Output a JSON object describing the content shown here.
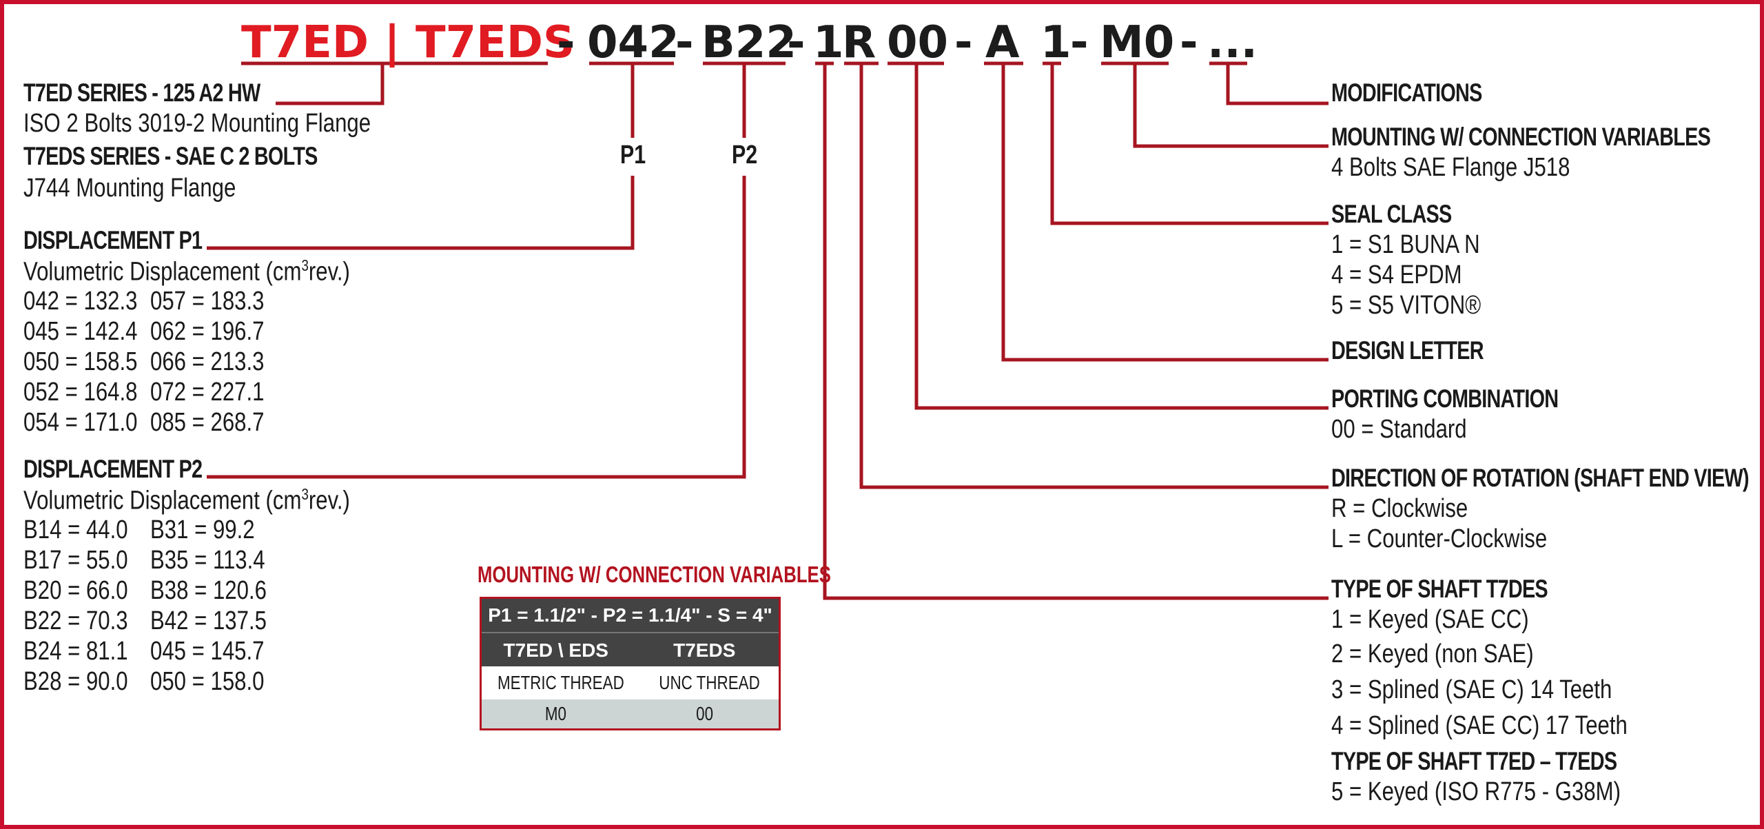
{
  "code": {
    "brand": "T7ED | T7EDS",
    "sep1": "-",
    "p1": "042",
    "sep2": "-",
    "p2": "B22",
    "sep3": "-",
    "shaft": "1",
    "rotation": "R",
    "porting": "00",
    "sep4": "-",
    "design": "A",
    "seal": "1",
    "sep5": "-",
    "mounting": "M0",
    "sep6": "-",
    "mods": "..."
  },
  "left": {
    "t7ed_title": "T7ED SERIES - 125 A2 HW",
    "t7ed_desc": "ISO 2 Bolts 3019-2 Mounting Flange",
    "t7eds_title": "T7EDS SERIES - SAE C 2 BOLTS",
    "t7eds_desc": "J744 Mounting Flange",
    "p1_label": "P1",
    "p2_label": "P2",
    "disp_p1": {
      "title": "DISPLACEMENT P1",
      "sub_pre": "Volumetric Displacement (cm",
      "sub_sup": "3",
      "sub_post": "rev.)",
      "rows": [
        [
          "042 = 132.3",
          "057 = 183.3"
        ],
        [
          "045 = 142.4",
          "062 = 196.7"
        ],
        [
          "050 = 158.5",
          "066 = 213.3"
        ],
        [
          "052 = 164.8",
          "072 = 227.1"
        ],
        [
          "054 = 171.0",
          "085 = 268.7"
        ]
      ]
    },
    "disp_p2": {
      "title": "DISPLACEMENT P2",
      "sub_pre": "Volumetric Displacement (cm",
      "sub_sup": "3",
      "sub_post": "rev.)",
      "rows": [
        [
          "B14 = 44.0",
          "B31 = 99.2"
        ],
        [
          "B17 = 55.0",
          "B35 = 113.4"
        ],
        [
          "B20 = 66.0",
          "B38 = 120.6"
        ],
        [
          "B22 = 70.3",
          "B42 = 137.5"
        ],
        [
          "B24 = 81.1",
          "045 = 145.7"
        ],
        [
          "B28 = 90.0",
          "050 = 158.0"
        ]
      ]
    }
  },
  "mounting_table": {
    "title": "MOUNTING W/ CONNECTION VARIABLES",
    "header": "P1 = 1.1/2\" - P2 = 1.1/4\" - S = 4\"",
    "col1": "T7ED \\ EDS",
    "col2": "T7EDS",
    "row1": [
      "METRIC THREAD",
      "UNC THREAD"
    ],
    "row2": [
      "M0",
      "00"
    ]
  },
  "right": {
    "modifications": "MODIFICATIONS",
    "mounting_title": "MOUNTING W/ CONNECTION VARIABLES",
    "mounting_desc": "4 Bolts SAE Flange J518",
    "seal_title": "SEAL CLASS",
    "seal_1": "1 = S1 BUNA N",
    "seal_4": "4 = S4 EPDM",
    "seal_5": "5 = S5 VITON®",
    "design_title": "DESIGN LETTER",
    "porting_title": "PORTING COMBINATION",
    "porting_desc": "00 = Standard",
    "rotation_title": "DIRECTION OF ROTATION (SHAFT END VIEW)",
    "rotation_r": "R = Clockwise",
    "rotation_l": "L = Counter-Clockwise",
    "shaft_title": "TYPE OF SHAFT T7DES",
    "shaft_1": "1 = Keyed (SAE CC)",
    "shaft_2": "2 = Keyed (non SAE)",
    "shaft_3": "3 = Splined (SAE C) 14 Teeth",
    "shaft_4": "4 = Splined (SAE CC) 17 Teeth",
    "shaft2_title": "TYPE OF SHAFT T7ED – T7EDS",
    "shaft_5": "5 = Keyed (ISO R775 - G38M)"
  },
  "colors": {
    "accent": "#c8102e",
    "brand_red": "#e11b22",
    "table_dark": "#434343",
    "table_light": "#cdd4d4"
  }
}
